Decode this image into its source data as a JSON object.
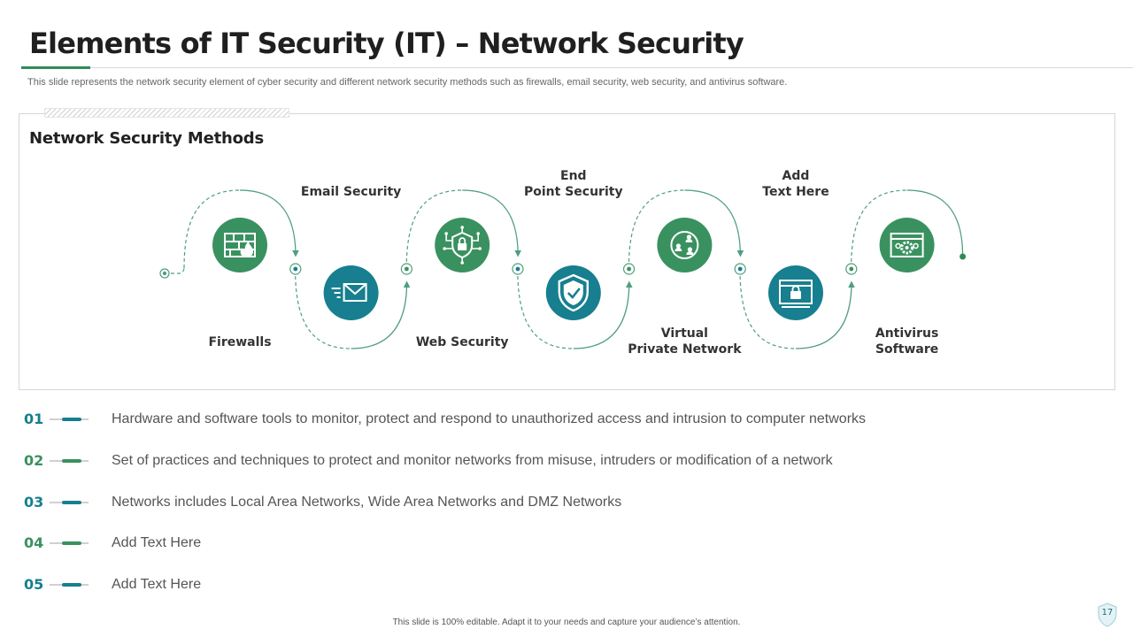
{
  "title": "Elements of IT Security (IT) – Network Security",
  "subtitle": "This slide represents the network security element of cyber security and different network security methods such as firewalls, email security, web security, and antivirus software.",
  "panel_title": "Network Security Methods",
  "colors": {
    "green": "#3a9160",
    "teal": "#177f8f",
    "dash": "#4f9e7d"
  },
  "steps": [
    {
      "label_lines": [
        "Firewalls"
      ],
      "icon": "firewall-icon",
      "color": "green"
    },
    {
      "label_lines": [
        "Email Security"
      ],
      "icon": "email-icon",
      "color": "teal"
    },
    {
      "label_lines": [
        "Web Security"
      ],
      "icon": "web-security-lock-icon",
      "color": "green"
    },
    {
      "label_lines": [
        "End",
        "Point Security"
      ],
      "icon": "shield-check-icon",
      "color": "teal"
    },
    {
      "label_lines": [
        "Virtual",
        "Private Network"
      ],
      "icon": "network-users-icon",
      "color": "green"
    },
    {
      "label_lines": [
        "Add",
        "Text Here"
      ],
      "icon": "browser-lock-icon",
      "color": "teal"
    },
    {
      "label_lines": [
        "Antivirus",
        "Software"
      ],
      "icon": "browser-gear-icon",
      "color": "green"
    }
  ],
  "points": [
    {
      "num": "01",
      "text": "Hardware and software tools to monitor,  protect and respond to unauthorized  access and intrusion  to computer networks",
      "color": "teal"
    },
    {
      "num": "02",
      "text": "Set of practices and techniques to protect and monitor networks from misuse, intruders  or modification of a network",
      "color": "green"
    },
    {
      "num": "03",
      "text": "Networks includes Local Area Networks, Wide Area Networks and DMZ Networks",
      "color": "teal"
    },
    {
      "num": "04",
      "text": "Add Text Here",
      "color": "green"
    },
    {
      "num": "05",
      "text": "Add Text Here",
      "color": "teal"
    }
  ],
  "footer": "This slide is 100% editable.  Adapt it to your needs and capture your audience’s attention.",
  "page_number": "17"
}
